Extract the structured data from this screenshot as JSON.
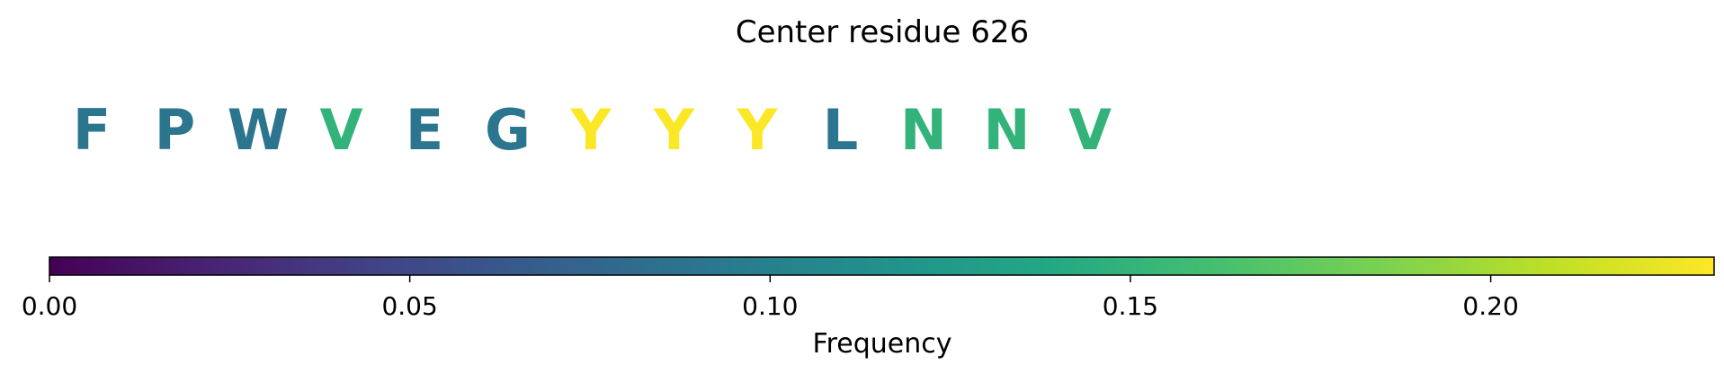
{
  "chart_data": {
    "type": "heatmap",
    "title": "Center residue 626",
    "residues": [
      {
        "letter": "F",
        "value": 0.09
      },
      {
        "letter": "P",
        "value": 0.09
      },
      {
        "letter": "W",
        "value": 0.09
      },
      {
        "letter": "V",
        "value": 0.15
      },
      {
        "letter": "E",
        "value": 0.09
      },
      {
        "letter": "G",
        "value": 0.09
      },
      {
        "letter": "Y",
        "value": 0.23
      },
      {
        "letter": "Y",
        "value": 0.23
      },
      {
        "letter": "Y",
        "value": 0.23
      },
      {
        "letter": "L",
        "value": 0.09
      },
      {
        "letter": "N",
        "value": 0.15
      },
      {
        "letter": "N",
        "value": 0.15
      },
      {
        "letter": "V",
        "value": 0.15
      }
    ],
    "colorbar": {
      "label": "Frequency",
      "range": [
        0,
        0.231
      ],
      "ticks": [
        0.0,
        0.05,
        0.1,
        0.15,
        0.2
      ],
      "tick_labels": [
        "0.00",
        "0.05",
        "0.10",
        "0.15",
        "0.20"
      ],
      "colormap": "viridis"
    }
  }
}
